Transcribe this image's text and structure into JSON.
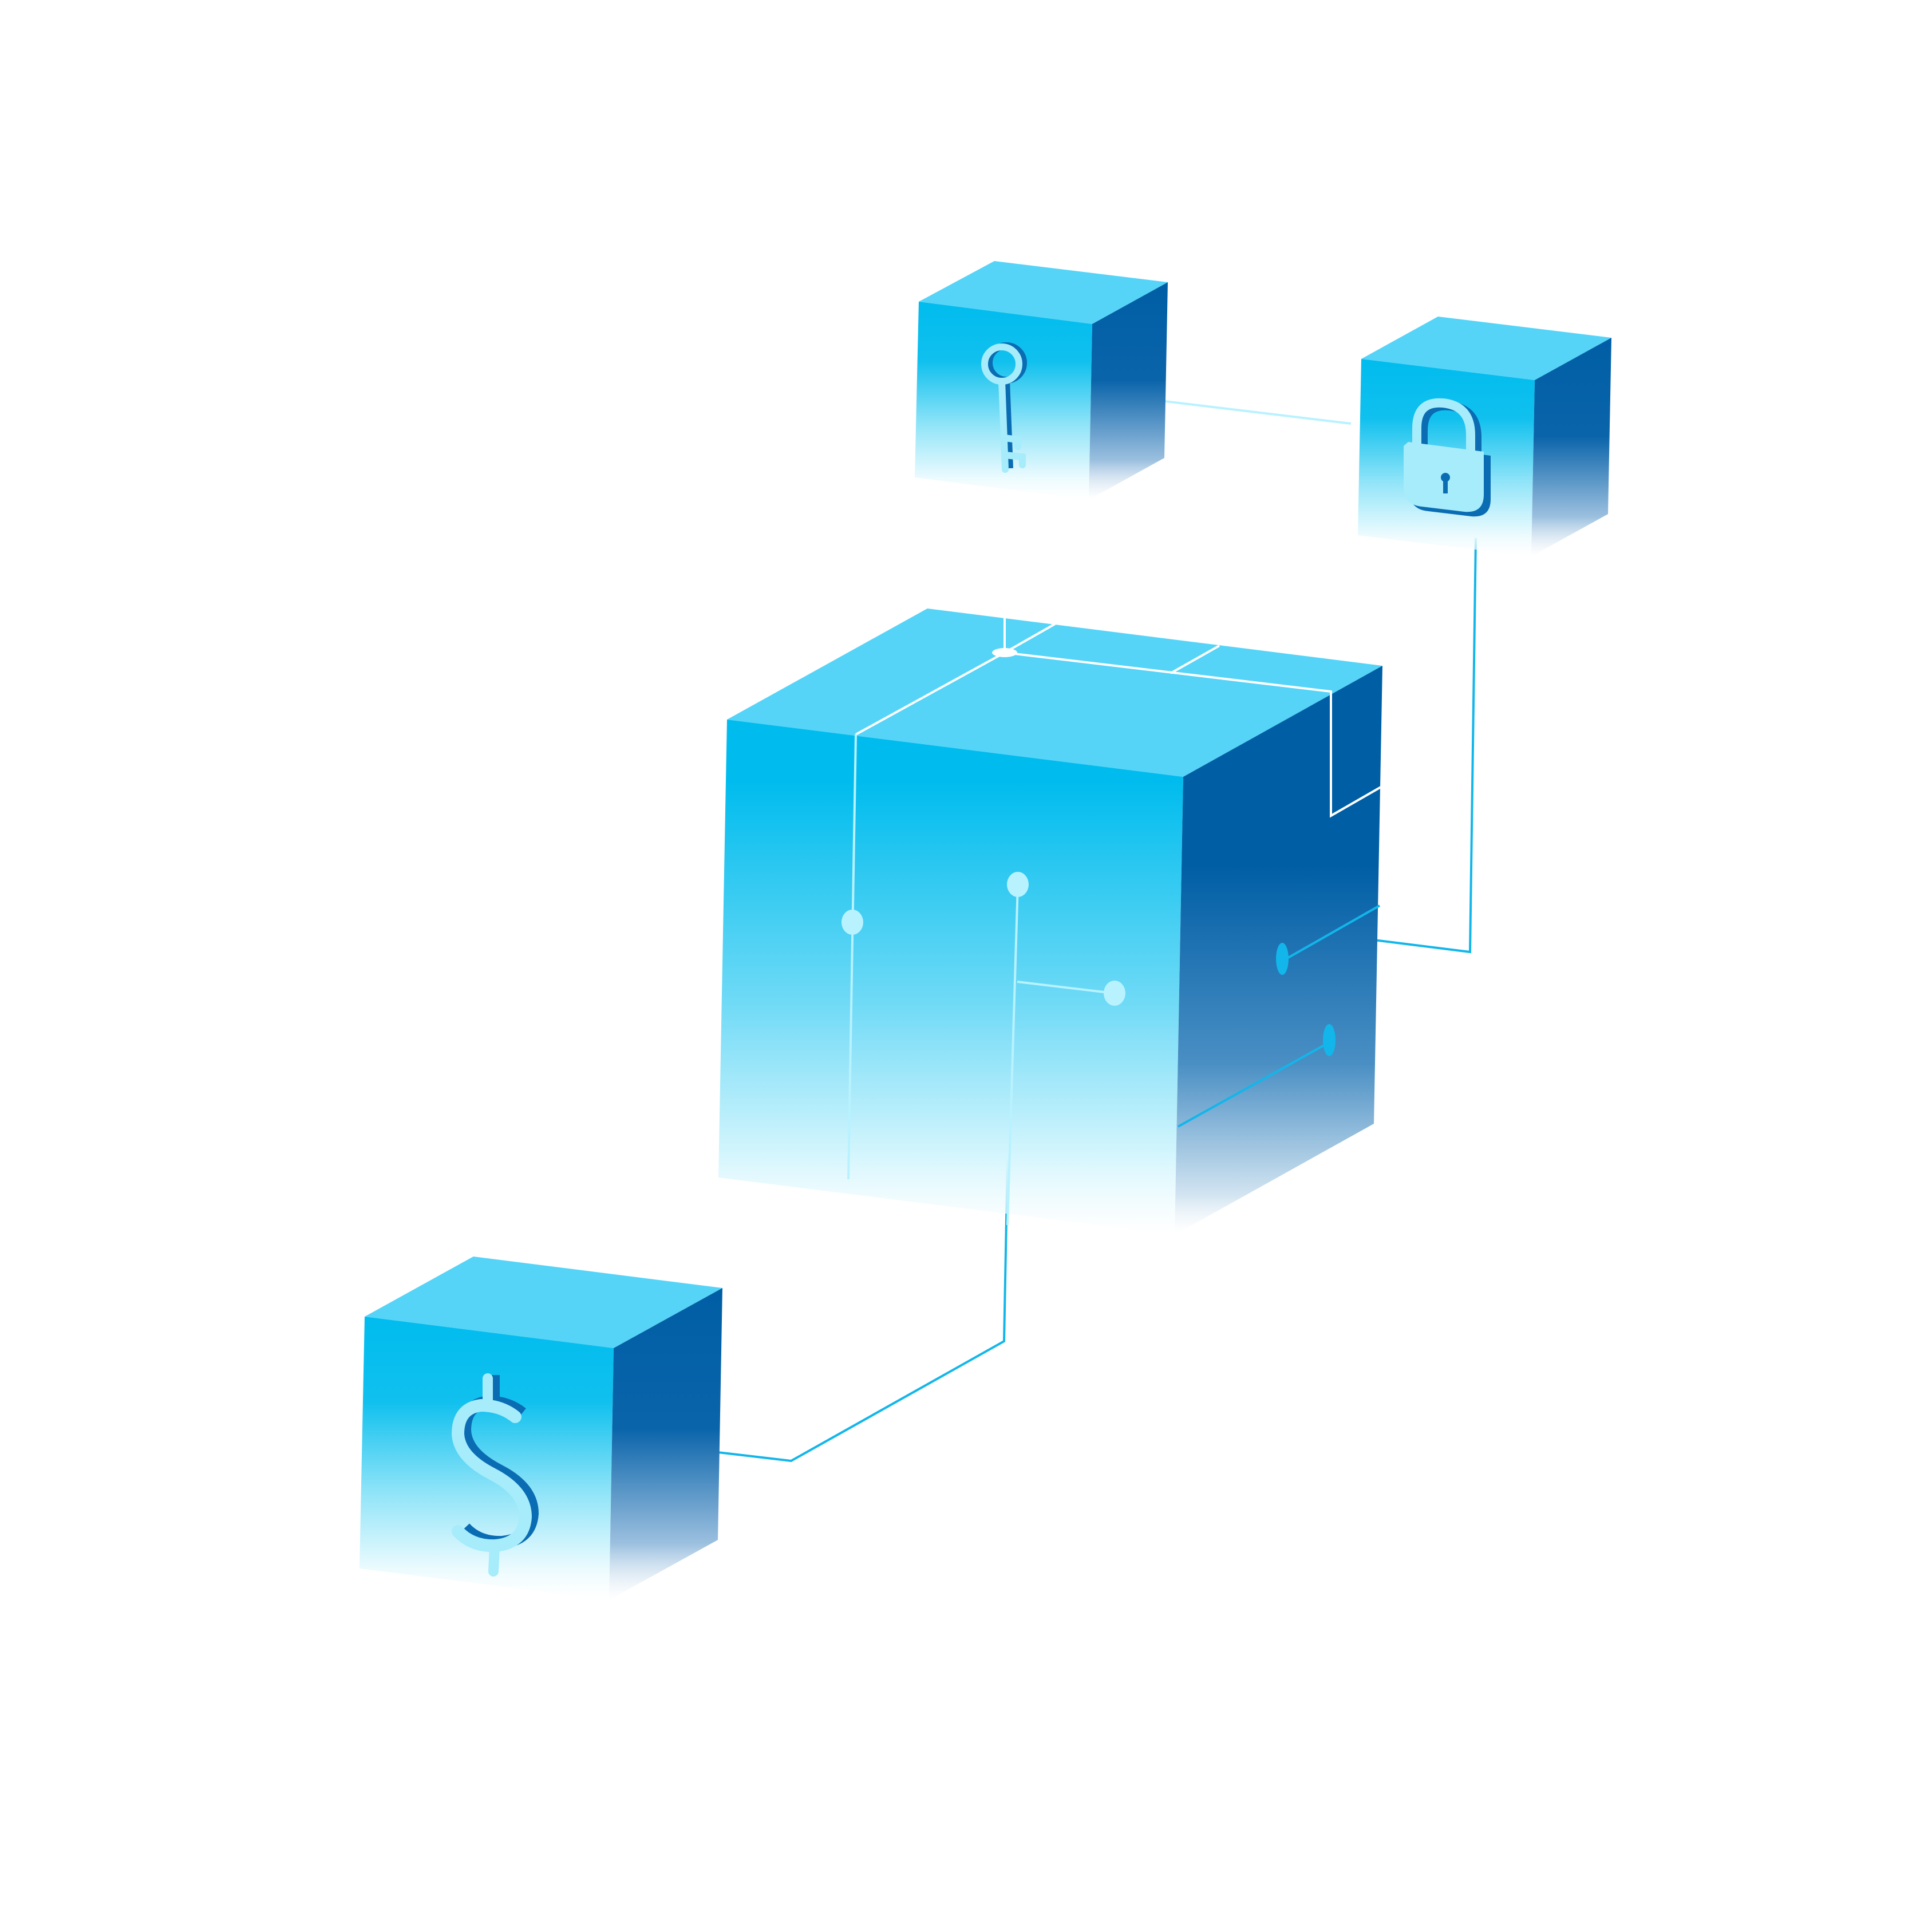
{
  "scene": {
    "background": "#ffffff",
    "colors": {
      "top_face": "#55d4f8",
      "front_face_top": "#00bcee",
      "front_face_bottom": "#ffffff",
      "side_face_top": "#005ea5",
      "side_face_bottom": "#ffffff",
      "circuit_light": "#b8f2ff",
      "circuit_blue": "#12b6ea",
      "icon_fill": "#a6ecfb",
      "icon_shadow": "#0a6cb3"
    },
    "blocks": [
      {
        "id": "main-block",
        "icon": "none"
      },
      {
        "id": "key-block",
        "icon": "key-icon"
      },
      {
        "id": "lock-block",
        "icon": "padlock-icon"
      },
      {
        "id": "dollar-block",
        "icon": "dollar-sign-icon"
      }
    ]
  }
}
